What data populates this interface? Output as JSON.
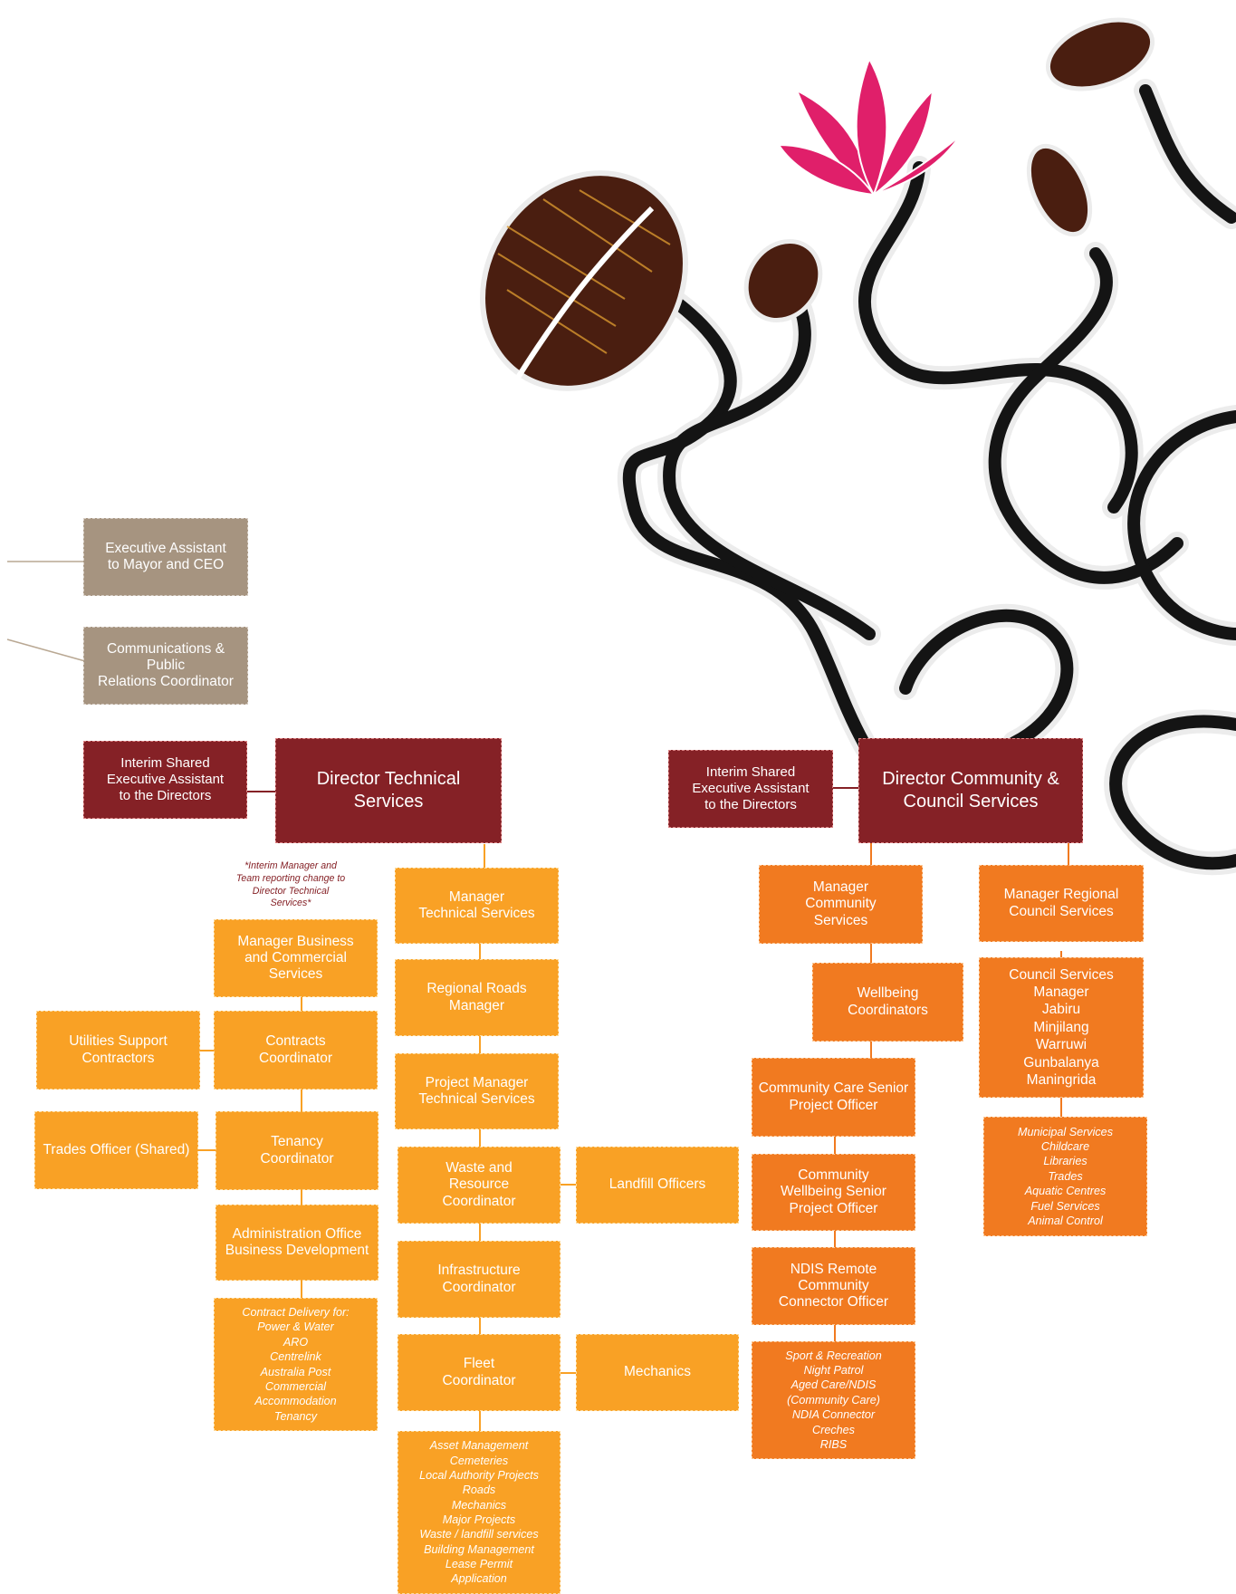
{
  "colors": {
    "taupe": "#a69480",
    "maroon": "#852126",
    "orange_light": "#f9a125",
    "orange_dark": "#f17a20",
    "line_gray": "#b9a893",
    "flower_pink": "#e01f6a"
  },
  "exec_assistant": {
    "lines": [
      "Executive Assistant",
      "to Mayor and CEO"
    ]
  },
  "comms": {
    "lines": [
      "Communications & Public",
      "Relations Coordinator"
    ]
  },
  "ea_directors_left": {
    "lines": [
      "Interim Shared",
      "Executive Assistant",
      "to the Directors"
    ]
  },
  "director_technical": {
    "lines": [
      "Director Technical",
      "Services"
    ]
  },
  "ea_directors_right": {
    "lines": [
      "Interim Shared",
      "Executive Assistant",
      "to the Directors"
    ]
  },
  "director_community": {
    "lines": [
      "Director Community &",
      "Council Services"
    ]
  },
  "interim_note": {
    "lines": [
      "*Interim Manager and",
      "Team reporting change to",
      "Director Technical",
      "Services*"
    ]
  },
  "technical_column": {
    "manager_technical": {
      "lines": [
        "Manager",
        "Technical Services"
      ]
    },
    "regional_roads": {
      "lines": [
        "Regional Roads",
        "Manager"
      ]
    },
    "project_manager": {
      "lines": [
        "Project Manager",
        "Technical Services"
      ]
    },
    "waste": {
      "lines": [
        "Waste and",
        "Resource",
        "Coordinator"
      ]
    },
    "infrastructure": {
      "lines": [
        "Infrastructure",
        "Coordinator"
      ]
    },
    "fleet": {
      "lines": [
        "Fleet",
        "Coordinator"
      ]
    },
    "landfill": {
      "lines": [
        "Landfill Officers"
      ]
    },
    "mechanics": {
      "lines": [
        "Mechanics"
      ]
    },
    "responsibilities": [
      "Asset Management",
      "Cemeteries",
      "Local Authority Projects",
      "Roads",
      "Mechanics",
      "Major Projects",
      "Waste / landfill services",
      "Building Management",
      "Lease Permit",
      "Application"
    ]
  },
  "business_column": {
    "manager_business": {
      "lines": [
        "Manager Business",
        "and Commercial",
        "Services"
      ]
    },
    "contracts": {
      "lines": [
        "Contracts",
        "Coordinator"
      ]
    },
    "tenancy": {
      "lines": [
        "Tenancy",
        "Coordinator"
      ]
    },
    "admin": {
      "lines": [
        "Administration Office",
        "Business Development"
      ]
    },
    "utilities": {
      "lines": [
        "Utilities Support",
        "Contractors"
      ]
    },
    "trades": {
      "lines": [
        "Trades Officer (Shared)"
      ]
    },
    "contract_delivery": [
      "Contract Delivery for:",
      "Power & Water",
      "ARO",
      "Centrelink",
      "Australia Post",
      "Commercial",
      "Accommodation",
      "Tenancy"
    ]
  },
  "community_column": {
    "manager_community": {
      "lines": [
        "Manager",
        "Community",
        "Services"
      ]
    },
    "wellbeing": {
      "lines": [
        "Wellbeing",
        "Coordinators"
      ]
    },
    "care_senior": {
      "lines": [
        "Community Care Senior",
        "Project Officer"
      ]
    },
    "wellbeing_senior": {
      "lines": [
        "Community",
        "Wellbeing Senior",
        "Project Officer"
      ]
    },
    "ndis": {
      "lines": [
        "NDIS Remote",
        "Community",
        "Connector Officer"
      ]
    },
    "programs": [
      "Sport & Recreation",
      "Night Patrol",
      "Aged Care/NDIS",
      "(Community Care)",
      "NDIA Connector",
      "Creches",
      "RIBS"
    ]
  },
  "regional_column": {
    "manager_regional": {
      "lines": [
        "Manager Regional",
        "Council Services"
      ]
    },
    "council_managers": {
      "lines": [
        "Council Services",
        "Manager",
        "Jabiru",
        "Minjilang",
        "Warruwi",
        "Gunbalanya",
        "Maningrida"
      ]
    },
    "services": [
      "Municipal Services",
      "Childcare",
      "Libraries",
      "Trades",
      "Aquatic Centres",
      "Fuel Services",
      "Animal Control"
    ]
  }
}
